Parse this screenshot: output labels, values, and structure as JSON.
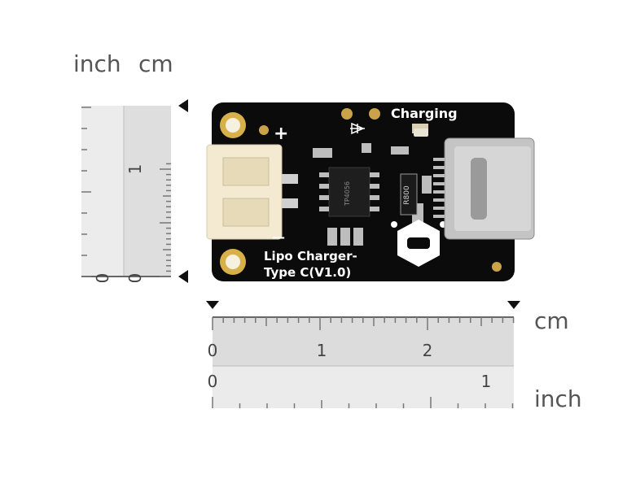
{
  "left_ruler": {
    "unit_inch": "inch",
    "unit_cm": "cm",
    "inch_labels": [
      "0"
    ],
    "cm_labels": [
      "0",
      "1"
    ]
  },
  "bottom_ruler": {
    "unit_cm": "cm",
    "unit_inch": "inch",
    "cm_labels": [
      "0",
      "1",
      "2"
    ],
    "inch_labels": [
      "0",
      "1"
    ]
  },
  "board": {
    "charging_label": "Charging",
    "name_line1": "Lipo Charger-",
    "name_line2": "Type C(V1.0)",
    "plus_sign": "+",
    "minus_sign": "—",
    "chip_marking": "TP4056",
    "resistor_label": "R800",
    "colors": {
      "pcb": "#0b0b0b",
      "connector": "#f4ead2",
      "gold_pad": "#d8b04a"
    }
  }
}
